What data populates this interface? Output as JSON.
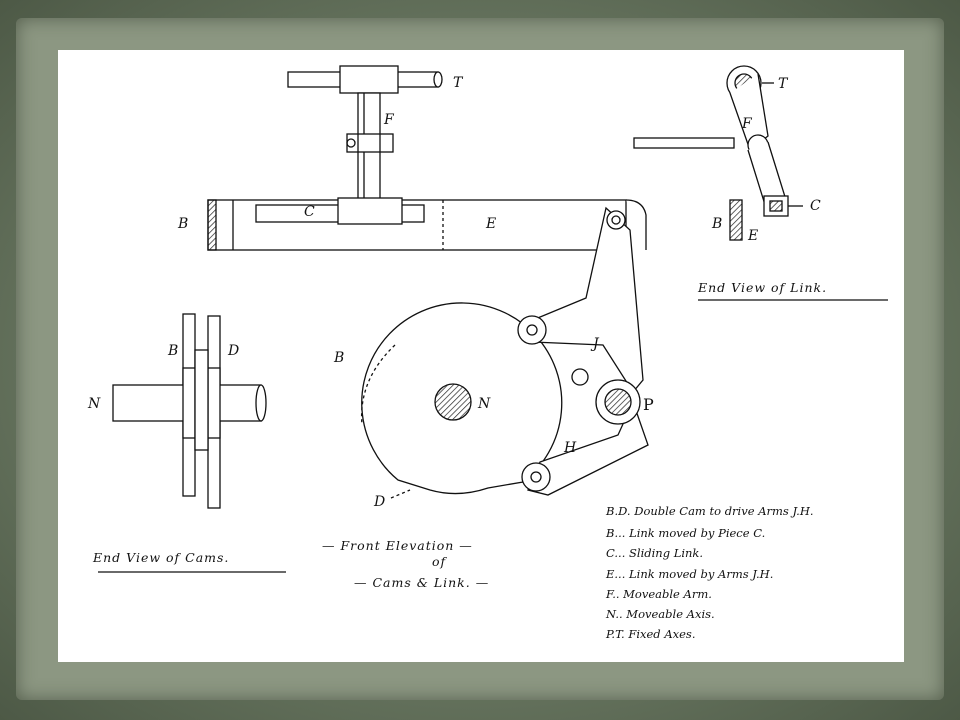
{
  "labels": {
    "top_view": {
      "T": "T",
      "F": "F",
      "C": "C",
      "B": "B",
      "E": "E"
    },
    "end_view_link": {
      "T": "T",
      "F": "F",
      "C": "C",
      "B": "B",
      "E": "E"
    },
    "end_view_cams": {
      "B": "B",
      "D": "D",
      "N": "N"
    },
    "front_elevation": {
      "B": "B",
      "N": "N",
      "D": "D",
      "J": "J",
      "P": "P",
      "H": "H"
    }
  },
  "captions": {
    "end_view_link": "End View of Link.",
    "end_view_cams": "End View of Cams.",
    "front_elevation_line1": "— Front Elevation —",
    "front_elevation_line2": "of",
    "front_elevation_line3": "— Cams & Link. —"
  },
  "legend": [
    "B.D. Double Cam to drive Arms J.H.",
    "B... Link moved by Piece C.",
    "C... Sliding Link.",
    "E... Link moved by Arms J.H.",
    "F.. Moveable Arm.",
    "N.. Moveable Axis.",
    "P.T. Fixed Axes."
  ]
}
